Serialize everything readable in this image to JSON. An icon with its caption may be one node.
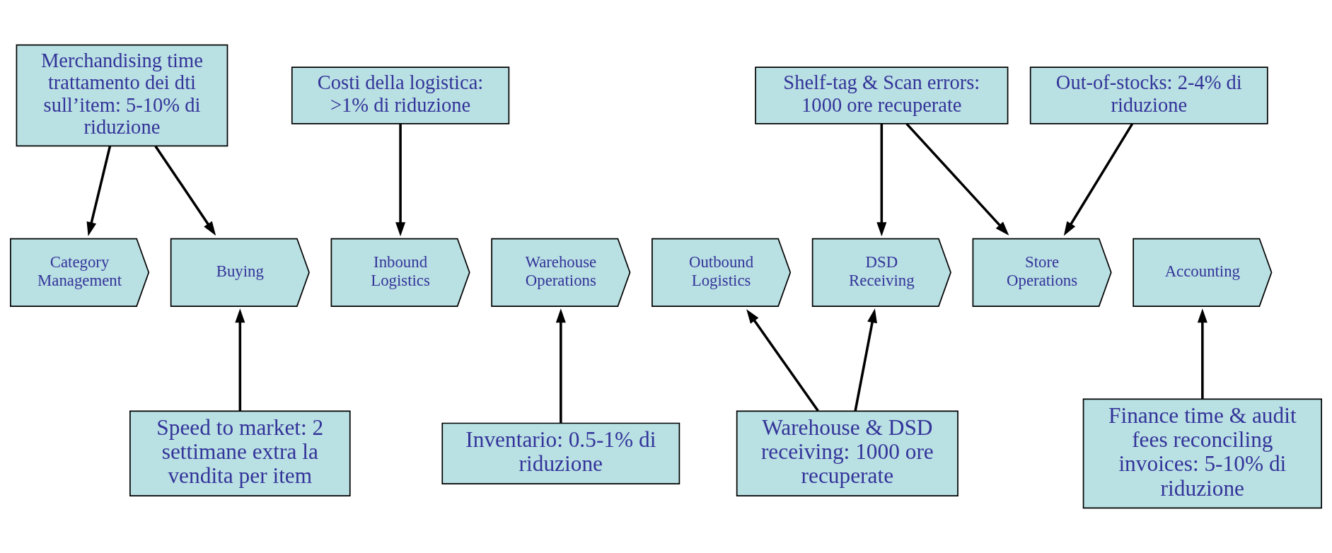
{
  "diagram": {
    "nodes": [
      {
        "text": [
          "Merchandising time trattamento dei dti sull’item: 5-10% di riduzione"
        ]
      },
      {
        "text": [
          "Costi della logistica: >1% di riduzione"
        ]
      },
      {
        "text": [
          "Shelf-tag & Scan errors: 1000 ore recuperate"
        ]
      },
      {
        "text": [
          "Out-of-stocks: 2-4% di riduzione"
        ]
      },
      {
        "text": [
          "Category Management"
        ]
      },
      {
        "text": [
          "Buying"
        ]
      },
      {
        "text": [
          "Inbound Logistics"
        ]
      },
      {
        "text": [
          "Warehouse Operations"
        ]
      },
      {
        "text": [
          "Outbound Logistics"
        ]
      },
      {
        "text": [
          "DSD Receiving"
        ]
      },
      {
        "text": [
          "Store Operations"
        ]
      },
      {
        "text": [
          "Accounting"
        ]
      },
      {
        "text": [
          "Speed to market: 2 settimane extra la vendita per item"
        ]
      },
      {
        "text": [
          "Inventario: 0.5-1% di riduzione"
        ]
      },
      {
        "text": [
          "Warehouse & DSD receiving: 1000 ore recuperate"
        ]
      },
      {
        "text": [
          "Finance time & audit fees reconciling invoices: 5-10% di riduzione"
        ]
      }
    ],
    "edges": [
      {
        "from": 0,
        "to": 4,
        "arrow": "to"
      },
      {
        "from": 0,
        "to": 5,
        "arrow": "to"
      },
      {
        "from": 1,
        "to": 6,
        "arrow": "to"
      },
      {
        "from": 2,
        "to": 9,
        "arrow": "to"
      },
      {
        "from": 2,
        "to": 10,
        "arrow": "to"
      },
      {
        "from": 3,
        "to": 10,
        "arrow": "to"
      },
      {
        "from": 12,
        "to": 5,
        "arrow": "to"
      },
      {
        "from": 13,
        "to": 7,
        "arrow": "to"
      },
      {
        "from": 14,
        "to": 8,
        "arrow": "to"
      },
      {
        "from": 14,
        "to": 9,
        "arrow": "to"
      },
      {
        "from": 15,
        "to": 11,
        "arrow": "to"
      }
    ]
  }
}
